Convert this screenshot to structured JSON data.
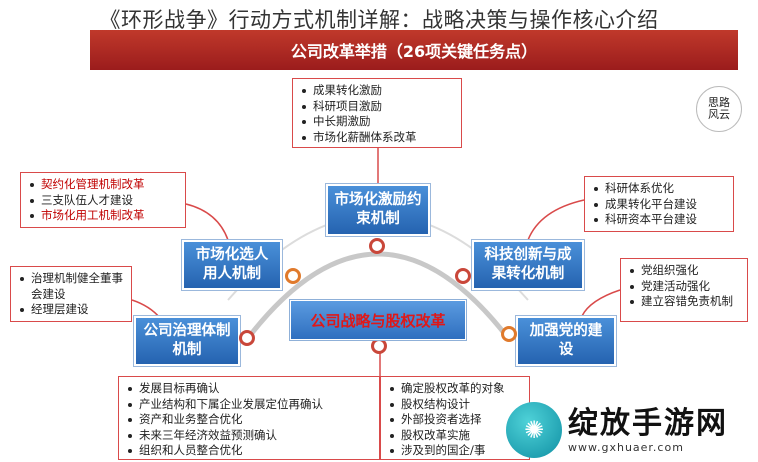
{
  "page_title": "《环形战争》行动方式机制详解：战略决策与操作核心介绍",
  "banner": "公司改革举措（26项关键任务点）",
  "top_list": [
    "成果转化激励",
    "科研项目激励",
    "中长期激励",
    "市场化薪酬体系改革"
  ],
  "left_upper_list": [
    "契约化管理机制改革",
    "三支队伍人才建设",
    "市场化用工机制改革"
  ],
  "left_lower_list": [
    "治理机制健全董事会建设",
    "经理层建设"
  ],
  "right_upper_list": [
    "科研体系优化",
    "成果转化平台建设",
    "科研资本平台建设"
  ],
  "right_lower_list": [
    "党组织强化",
    "党建活动强化",
    "建立容错免责机制"
  ],
  "bottom_left_list": [
    "发展目标再确认",
    "产业结构和下属企业发展定位再确认",
    "资产和业务整合优化",
    "未来三年经济效益预测确认",
    "组织和人员整合优化"
  ],
  "bottom_right_list": [
    "确定股权改革的对象",
    "股权结构设计",
    "外部投资者选择",
    "股权改革实施",
    "涉及到的国企/事"
  ],
  "nodes": {
    "market_incentive": "市场化激励约束机制",
    "market_selection": "市场化选人用人机制",
    "tech_innovation": "科技创新与成果转化机制",
    "governance": "公司治理体制机制",
    "party": "加强党的建设",
    "center": "公司战略与股权改革"
  },
  "seal_text": "思路风云",
  "watermark": {
    "main": "绽放手游网",
    "url": "www.gxhuaer.com"
  },
  "colors": {
    "banner": "#b0282a",
    "node": "#2f6fbf",
    "connector": "#d94a4a",
    "arc": "#c8c8c8"
  }
}
